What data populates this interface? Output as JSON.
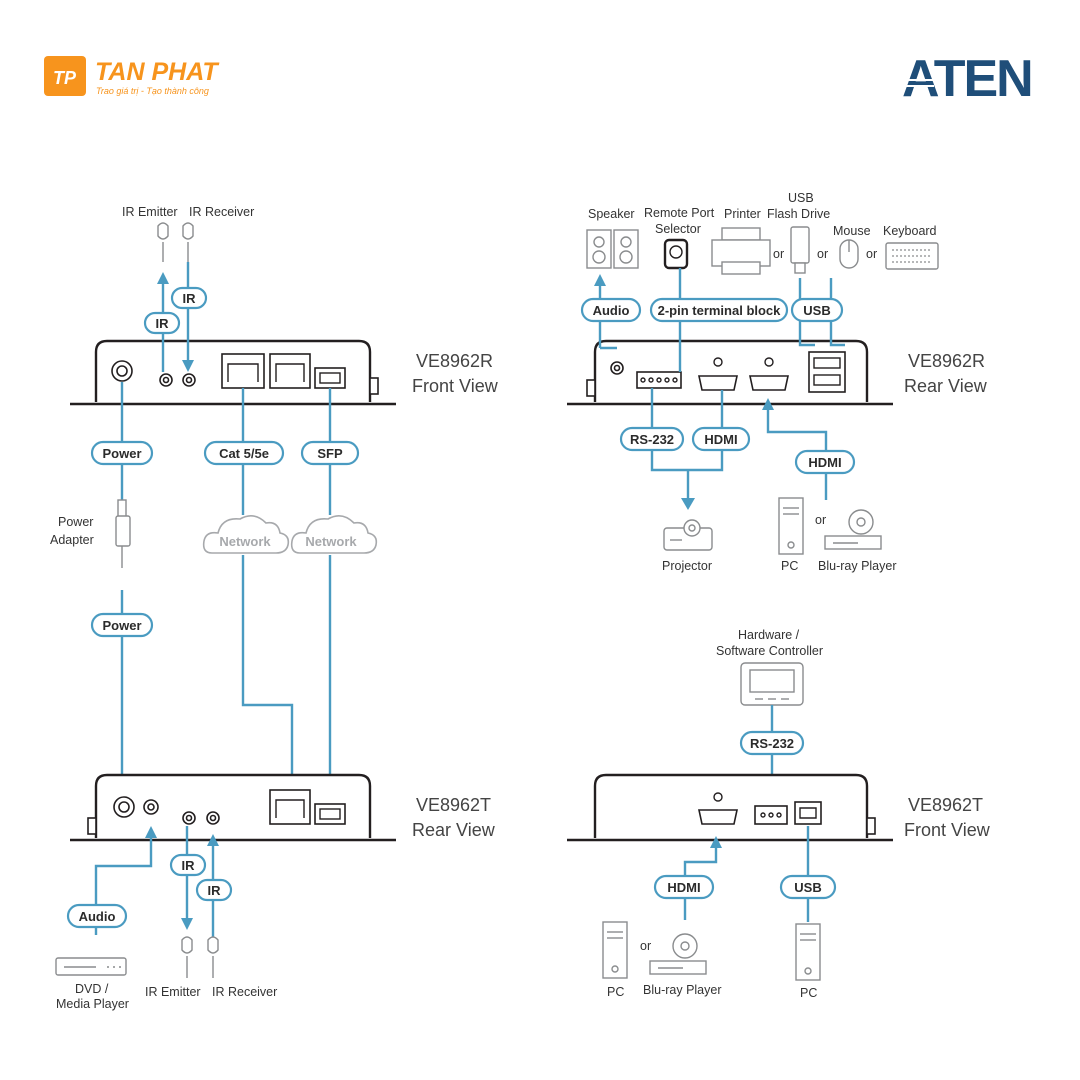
{
  "brand": {
    "tanphat_name": "TAN PHAT",
    "tanphat_slogan": "Trao giá trị - Tạo thành công",
    "tanphat_color": "#f7941d",
    "aten_name": "ATEN",
    "aten_color": "#1f4e79"
  },
  "colors": {
    "connector": "#4a9bc1",
    "device": "#231f20",
    "peripheral": "#8a8c8e"
  },
  "receiver_front": {
    "view_model": "VE8962R",
    "view_name": "Front View",
    "ir_emitter": "IR Emitter",
    "ir_receiver": "IR Receiver",
    "ir_pill_1": "IR",
    "ir_pill_2": "IR",
    "power_pill": "Power",
    "cat_pill": "Cat 5/5e",
    "sfp_pill": "SFP",
    "network_1": "Network",
    "network_2": "Network",
    "power_adapter_1": "Power",
    "power_adapter_2": "Adapter"
  },
  "transmitter_rear": {
    "view_model": "VE8962T",
    "view_name": "Rear View",
    "power_pill": "Power",
    "ir_pill_1": "IR",
    "ir_pill_2": "IR",
    "audio_pill": "Audio",
    "dvd_1": "DVD /",
    "dvd_2": "Media Player",
    "ir_emitter": "IR Emitter",
    "ir_receiver": "IR Receiver"
  },
  "receiver_rear": {
    "view_model": "VE8962R",
    "view_name": "Rear View",
    "speaker": "Speaker",
    "remote_1": "Remote Port",
    "remote_2": "Selector",
    "printer": "Printer",
    "usb_flash_1": "USB",
    "usb_flash_2": "Flash Drive",
    "mouse": "Mouse",
    "keyboard": "Keyboard",
    "or_1": "or",
    "or_2": "or",
    "or_3": "or",
    "or_4": "or",
    "audio_pill": "Audio",
    "terminal_pill": "2-pin terminal block",
    "usb_pill": "USB",
    "rs232_pill": "RS-232",
    "hdmi_pill_1": "HDMI",
    "hdmi_pill_2": "HDMI",
    "projector": "Projector",
    "pc": "PC",
    "bluray": "Blu-ray Player"
  },
  "transmitter_front": {
    "view_model": "VE8962T",
    "view_name": "Front View",
    "controller_1": "Hardware /",
    "controller_2": "Software Controller",
    "rs232_pill": "RS-232",
    "hdmi_pill": "HDMI",
    "usb_pill": "USB",
    "or": "or",
    "pc_1": "PC",
    "bluray": "Blu-ray Player",
    "pc_2": "PC"
  }
}
